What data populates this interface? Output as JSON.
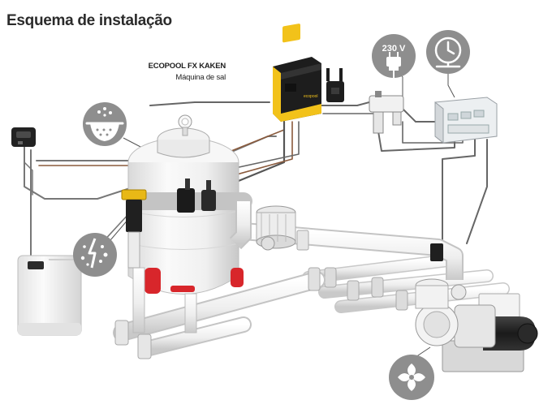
{
  "title": "Esquema de instalação",
  "product": {
    "name": "ECOPOOL FX KAKEN",
    "subtitle": "Máquina de sal"
  },
  "badges": {
    "voltage": "230 V"
  },
  "icons": [
    "filter-sieve-icon",
    "chlorine-dosing-icon",
    "power-plug-icon",
    "clock-timer-icon",
    "pump-turbine-icon"
  ],
  "colors": {
    "device_yellow": "#f2c21a",
    "device_black": "#1d1d1d",
    "badge_grey": "#8e8e8e",
    "valve_red": "#d8262b",
    "pipe_white": "#f4f4f4",
    "cable_grey": "#6f6f6f",
    "cable_brown": "#8a5a3c"
  }
}
